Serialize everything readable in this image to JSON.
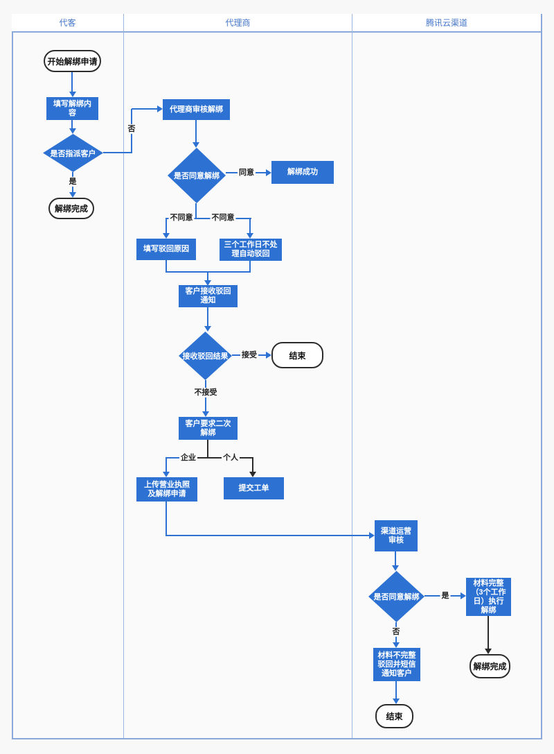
{
  "colors": {
    "node_fill": "#2d72d2",
    "node_text": "#ffffff",
    "edge_blue": "#2d72d2",
    "edge_black": "#2b2b2b",
    "lane_border": "#8aa9da",
    "lane_title_text": "#4577c9",
    "terminator_border": "#2c2c2c",
    "canvas_background": "#fafafa"
  },
  "lanes": [
    {
      "title": "代客"
    },
    {
      "title": "代理商"
    },
    {
      "title": "腾讯云渠道"
    }
  ],
  "nodes": {
    "start_request": {
      "type": "terminator",
      "label": "开始解绑申请"
    },
    "fill_content": {
      "type": "process",
      "label": "填写解绑内\n容"
    },
    "assign_customer": {
      "type": "decision",
      "label": "是否指派客户"
    },
    "unbind_done_1": {
      "type": "terminator",
      "label": "解绑完成"
    },
    "agent_review": {
      "type": "process",
      "label": "代理商审核解绑"
    },
    "agree_unbind_1": {
      "type": "decision",
      "label": "是否同意解绑"
    },
    "unbind_success": {
      "type": "process",
      "label": "解绑成功"
    },
    "fill_reject_reason": {
      "type": "process",
      "label": "填写驳回原因"
    },
    "auto_reject": {
      "type": "process",
      "label": "三个工作日不处\n理自动驳回"
    },
    "receive_reject_notice": {
      "type": "process",
      "label": "客户接收驳回\n通知"
    },
    "receive_reject_result": {
      "type": "decision",
      "label": "接收驳回结果"
    },
    "end_1": {
      "type": "terminator",
      "label": "结束"
    },
    "second_unbind": {
      "type": "process",
      "label": "客户要求二次\n解绑"
    },
    "upload_license": {
      "type": "process",
      "label": "上传营业执照\n及解绑申请"
    },
    "submit_ticket": {
      "type": "process",
      "label": "提交工单"
    },
    "channel_review": {
      "type": "process",
      "label": "渠道运营\n审核"
    },
    "agree_unbind_2": {
      "type": "decision",
      "label": "是否同意解绑"
    },
    "material_complete": {
      "type": "process",
      "label": "材料完整\n（3个工作\n日）执行\n解绑"
    },
    "material_incomplete": {
      "type": "process",
      "label": "材料不完整\n驳回并短信\n通知客户"
    },
    "end_2": {
      "type": "terminator",
      "label": "结束"
    },
    "unbind_done_2": {
      "type": "terminator",
      "label": "解绑完成"
    }
  },
  "edge_labels": {
    "assign_no": "否",
    "assign_yes": "是",
    "agree": "同意",
    "disagree_left": "不同意",
    "disagree_right": "不同意",
    "accept": "接受",
    "not_accept": "不接受",
    "enterprise": "企业",
    "personal": "个人",
    "approve_yes": "是",
    "approve_no": "否"
  }
}
